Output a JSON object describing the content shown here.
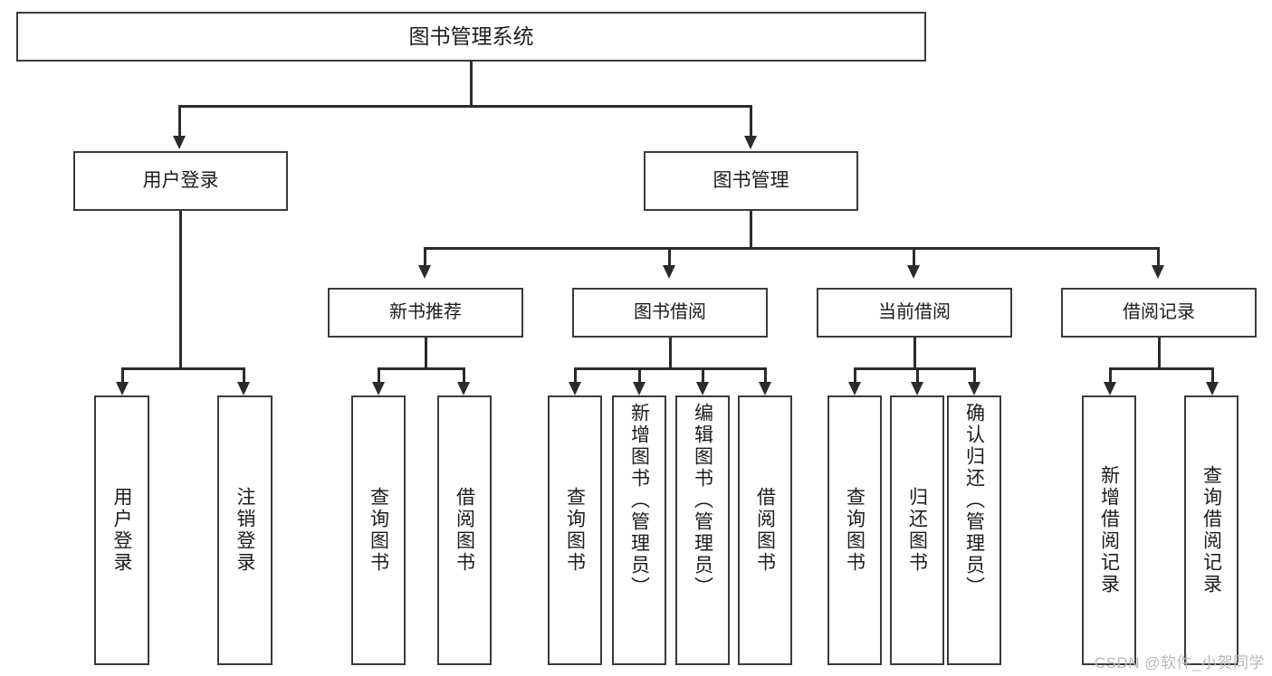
{
  "diagram": {
    "title": "图书管理系统",
    "type": "tree-hierarchy-diagram",
    "root": {
      "label": "图书管理系统"
    },
    "level1": [
      {
        "label": "用户登录"
      },
      {
        "label": "图书管理"
      }
    ],
    "level2": [
      {
        "label": "新书推荐"
      },
      {
        "label": "图书借阅"
      },
      {
        "label": "当前借阅"
      },
      {
        "label": "借阅记录"
      }
    ],
    "leaves": {
      "user_login": [
        {
          "label": "用户登录"
        },
        {
          "label": "注销登录"
        }
      ],
      "new_book_rec": [
        {
          "label": "查询图书"
        },
        {
          "label": "借阅图书"
        }
      ],
      "book_borrow": [
        {
          "label": "查询图书"
        },
        {
          "label": "新增图书（管理员）"
        },
        {
          "label": "编辑图书（管理员）"
        },
        {
          "label": "借阅图书"
        }
      ],
      "current_borrow": [
        {
          "label": "查询图书"
        },
        {
          "label": "归还图书"
        },
        {
          "label": "确认归还（管理员）"
        }
      ],
      "borrow_record": [
        {
          "label": "新增借阅记录"
        },
        {
          "label": "查询借阅记录"
        }
      ]
    },
    "colors": {
      "box_border": "#3b3b3b",
      "connector": "#2b2b2b",
      "text": "#1c1c1c",
      "background": "#ffffff",
      "watermark": "#b9b9b9"
    }
  },
  "watermark": {
    "text": "CSDN @软件_小贺同学"
  }
}
